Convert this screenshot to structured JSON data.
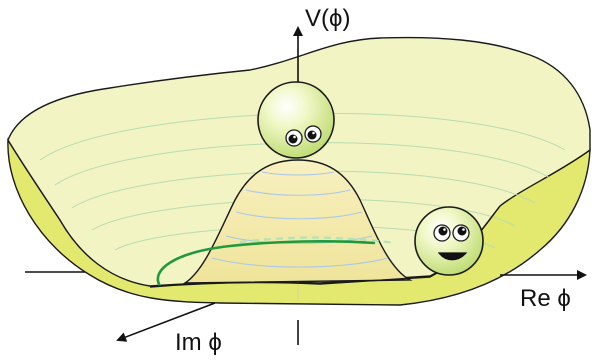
{
  "labels": {
    "v_axis": "V(ϕ)",
    "re_axis": "Re ϕ",
    "im_axis": "Im ϕ"
  },
  "colors": {
    "bowl_fill": "#f3f4c4",
    "bowl_rim": "#e8ec9a",
    "outer_wall": "#e3e86f",
    "hump_fill": "#f6ecb0",
    "contour_green": "#b8dcb0",
    "contour_blue": "#a9c8e8",
    "vacuum_ring": "#1e9a3c",
    "ball_fill": "#dcee9a",
    "outline": "#1a1a1a"
  },
  "figures": {
    "top_ball": {
      "name": "ball-on-hilltop",
      "expression": "worried"
    },
    "bottom_ball": {
      "name": "ball-in-trough",
      "expression": "smiling"
    }
  }
}
